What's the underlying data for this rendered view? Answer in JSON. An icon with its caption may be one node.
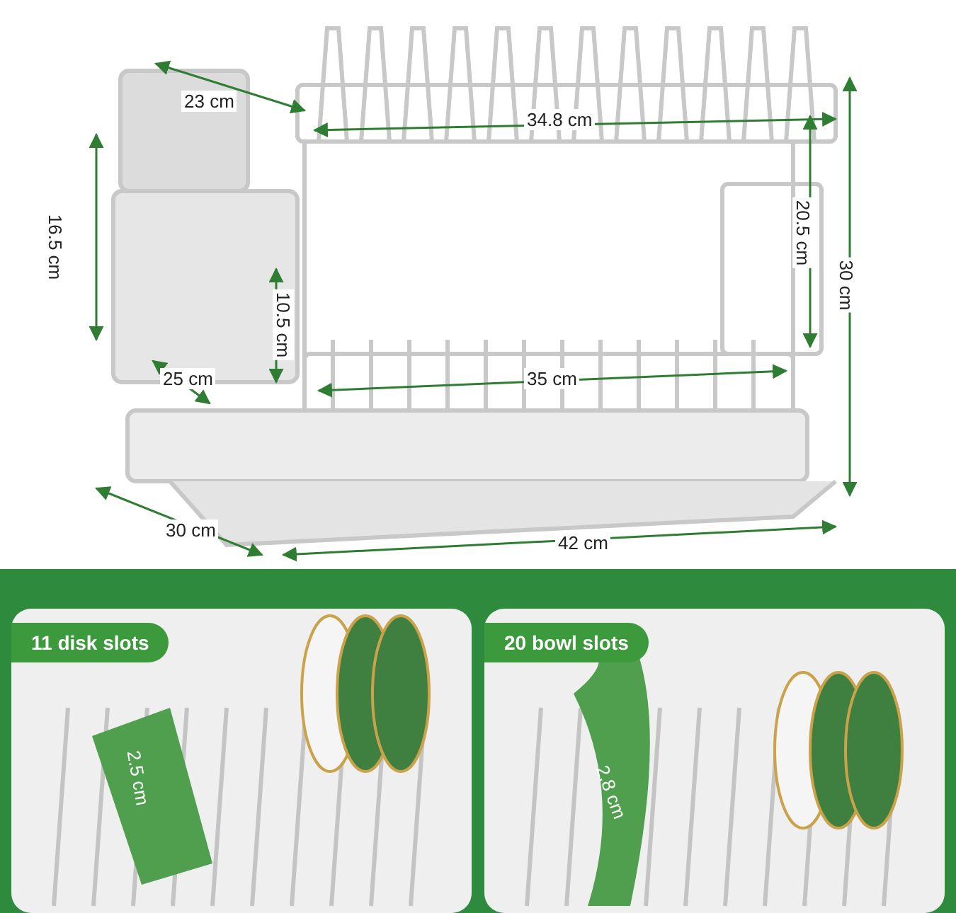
{
  "diagram": {
    "nodes": [
      {
        "text": [
          "11 disk slots"
        ]
      },
      {
        "text": [
          "20 bowl slots"
        ]
      }
    ],
    "labels": [
      "23 cm",
      "34.8 cm",
      "16.5 cm",
      "20.5 cm",
      "30 cm",
      "10.5 cm",
      "25 cm",
      "35 cm",
      "30 cm",
      "42 cm",
      "2.5 cm",
      "2.8 cm"
    ]
  }
}
